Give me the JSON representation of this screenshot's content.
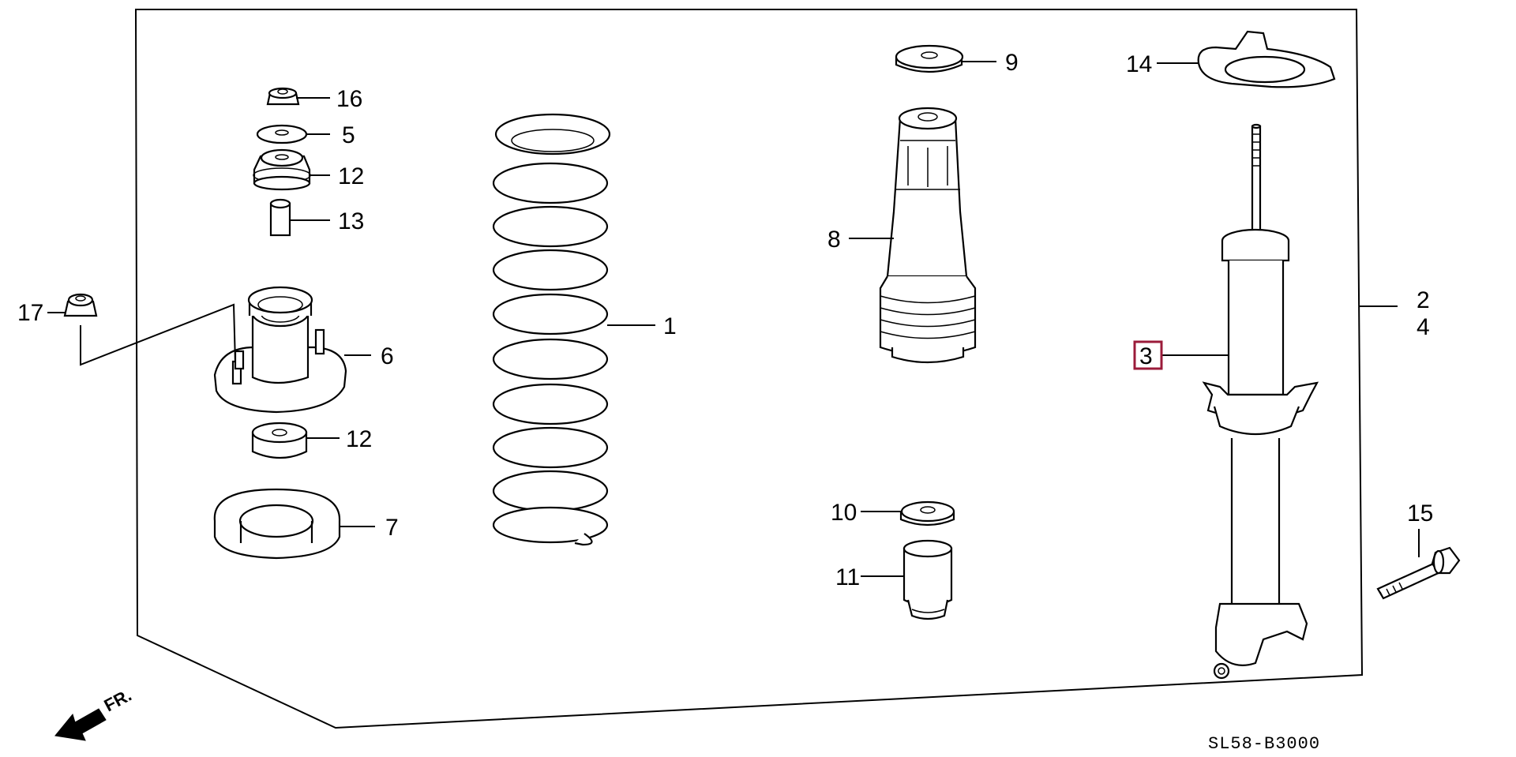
{
  "diagram": {
    "reference_code": "SL58-B3000",
    "direction_label": "FR.",
    "highlight_color": "#9b1b3a",
    "callouts": {
      "c1": "1",
      "c2": "2",
      "c3": "3",
      "c4": "4",
      "c5": "5",
      "c6": "6",
      "c7": "7",
      "c8": "8",
      "c9": "9",
      "c10": "10",
      "c11": "11",
      "c12a": "12",
      "c12b": "12",
      "c13": "13",
      "c14": "14",
      "c15": "15",
      "c16": "16",
      "c17": "17"
    }
  }
}
